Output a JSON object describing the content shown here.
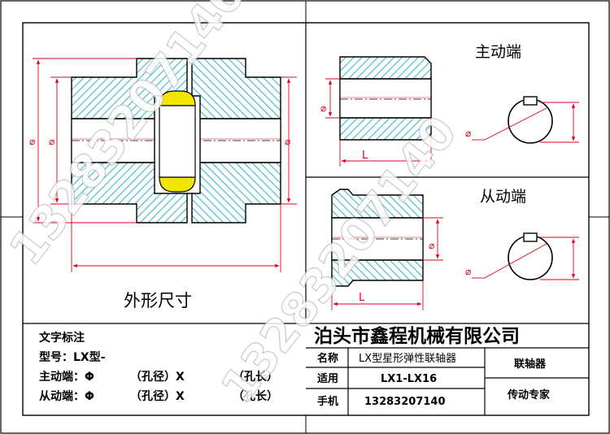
{
  "views": {
    "outline_title": "外形尺寸",
    "drive_end_title": "主动端",
    "driven_end_title": "从动端",
    "dim_phi": "⌀",
    "dim_L": "L"
  },
  "company": {
    "name": "泊头市鑫程机械有限公司"
  },
  "notes": {
    "heading": "文字标注",
    "model_line": "型号：LX型-",
    "drive_line": {
      "label": "主动端：Φ",
      "bore_label": "（孔径）X",
      "length_label": "（孔长）"
    },
    "driven_line": {
      "label": "从动端：Φ",
      "bore_label": "（孔径）X",
      "length_label": "（孔长）"
    }
  },
  "title_block": {
    "name_label": "名称",
    "name_value": "LX型星形弹性联轴器",
    "apply_label": "适用",
    "apply_value": "LX1-LX16",
    "phone_label": "手机",
    "phone_value": "13283207140",
    "right_top": "联轴器",
    "right_bottom": "传动专家"
  },
  "watermark": "13283207140",
  "colors": {
    "hatch": "#2bb5c0",
    "dimension": "#e0001a",
    "insert": "#f2e600",
    "line": "#000000"
  }
}
